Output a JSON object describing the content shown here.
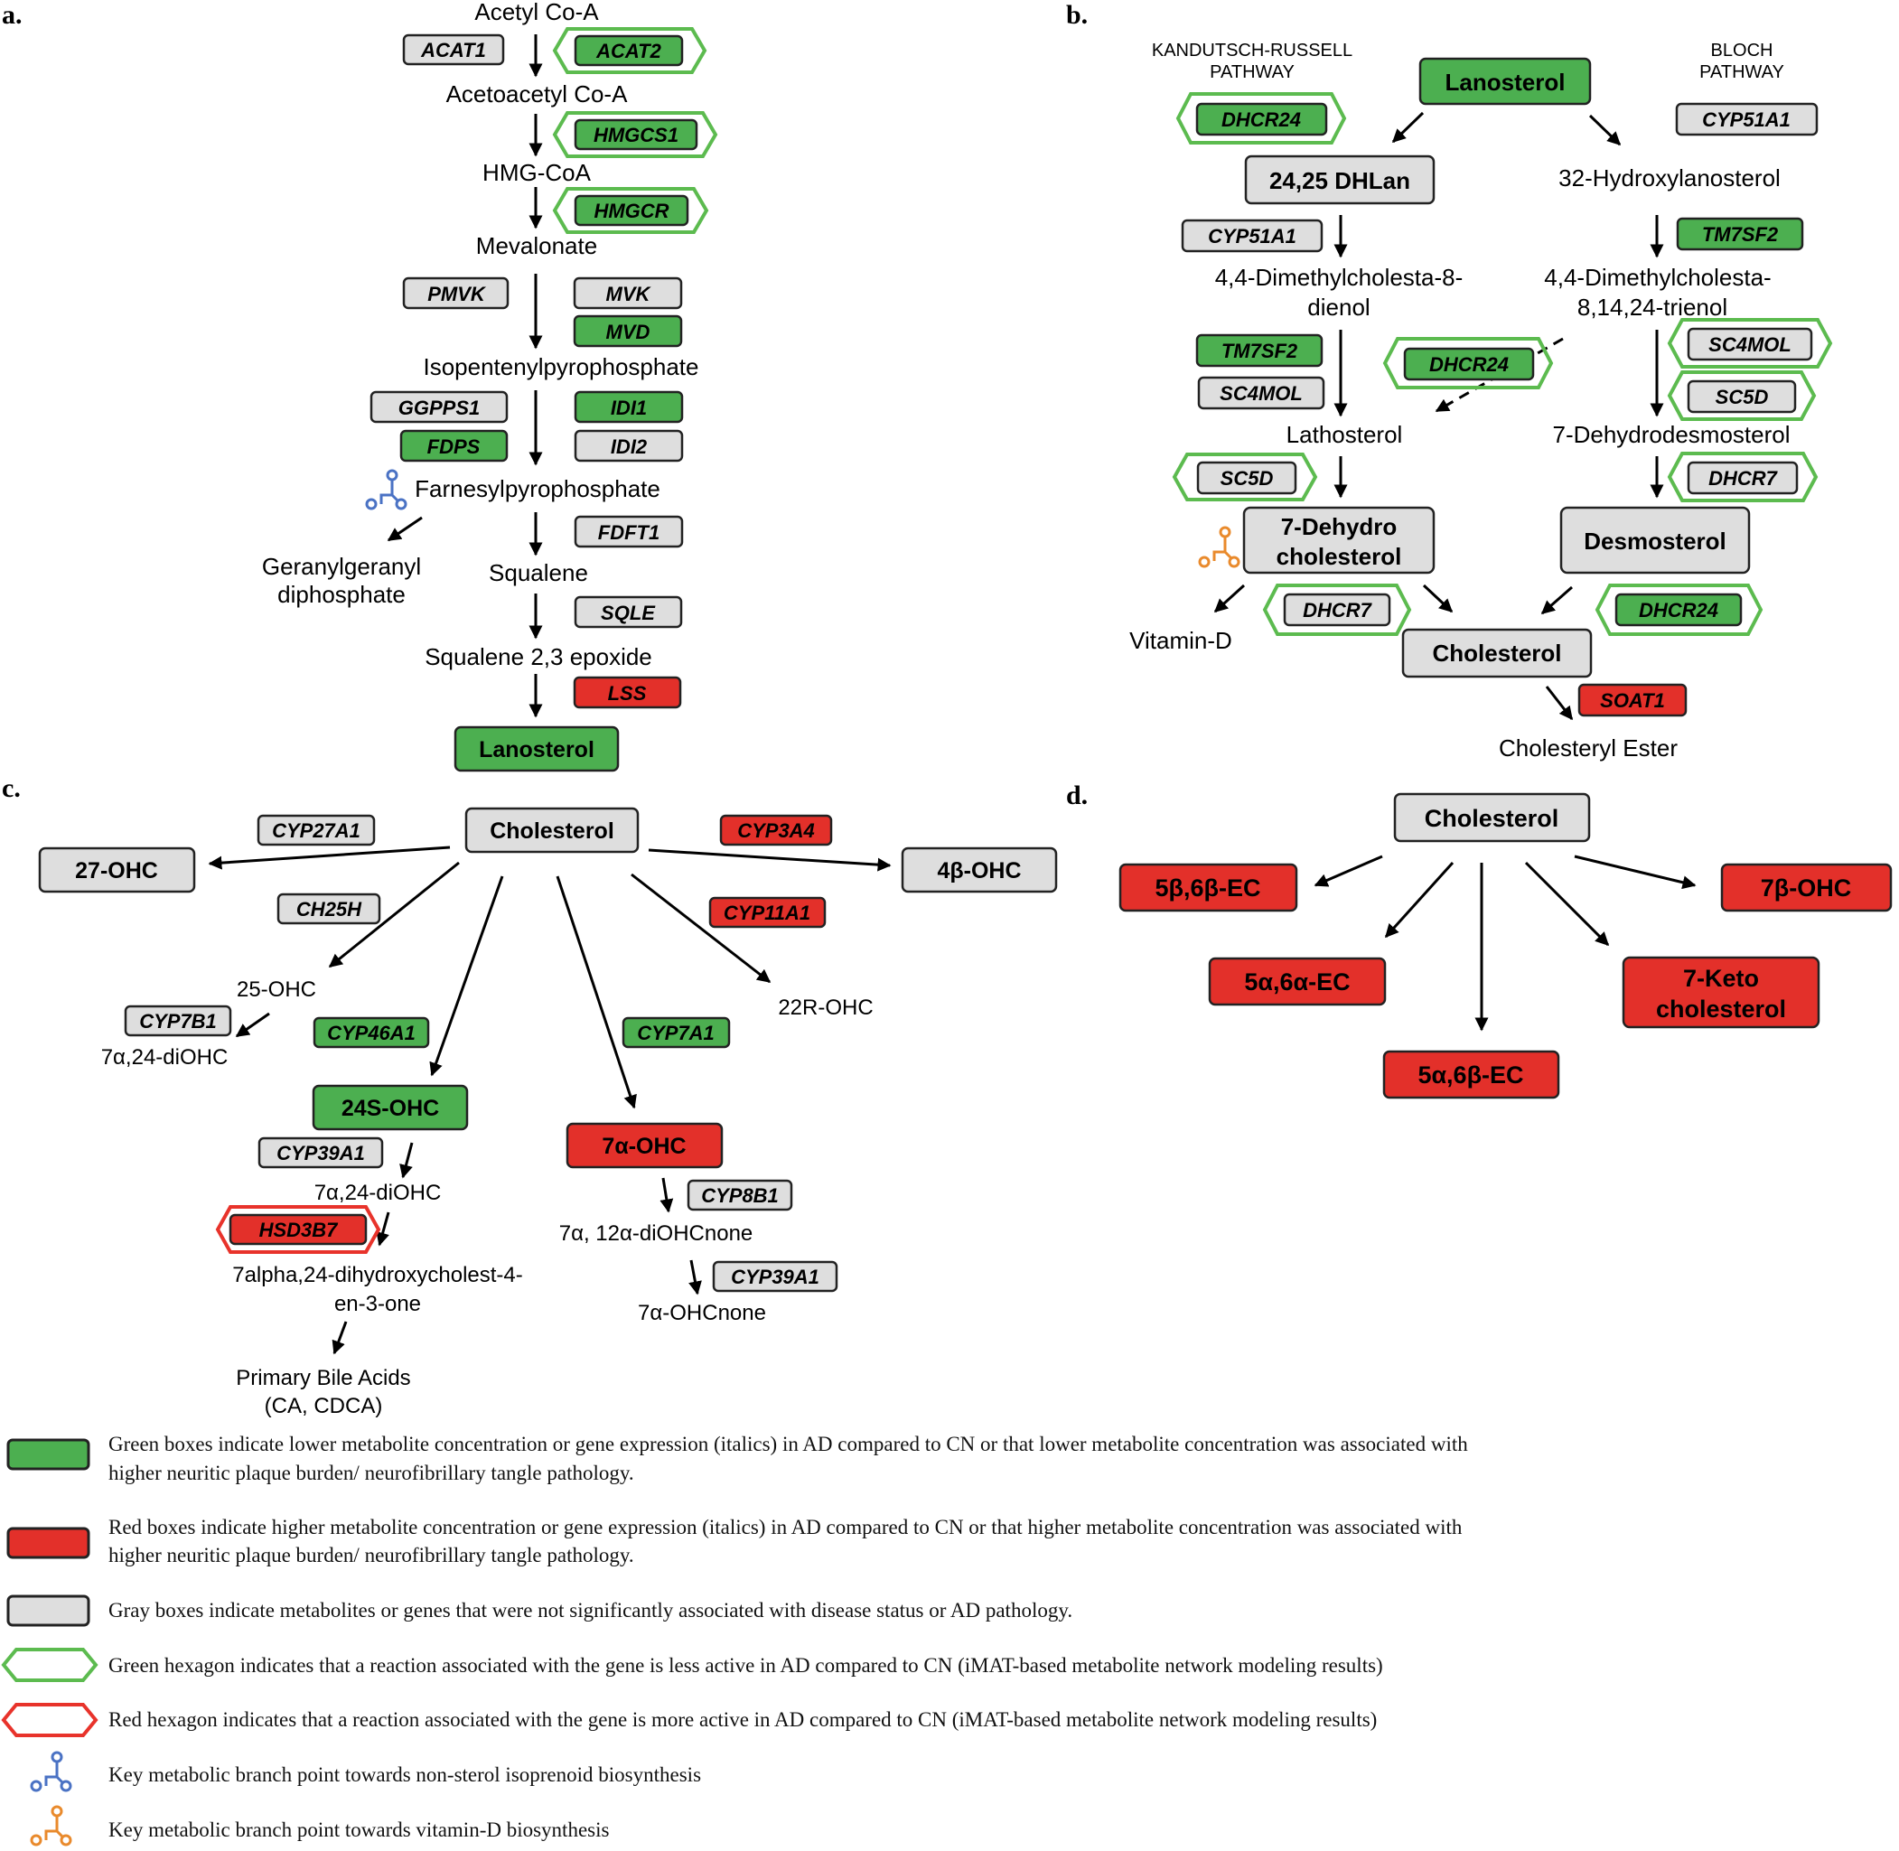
{
  "colors": {
    "green": "#4caf50",
    "red": "#e3302a",
    "gray": "#dedede",
    "hex_green": "#5cbb4f",
    "hex_red": "#e8332b",
    "branch_blue": "#4a72c4",
    "branch_orange": "#e98a2c"
  },
  "panels": {
    "a": "a.",
    "b": "b.",
    "c": "c.",
    "d": "d."
  },
  "panel_a": {
    "metabolites": [
      "Acetyl Co-A",
      "Acetoacetyl Co-A",
      "HMG-CoA",
      "Mevalonate",
      "Isopentenylpyrophosphate",
      "Farnesylpyrophosphate",
      "Geranylgeranyl",
      "diphosphate",
      "Squalene",
      "Squalene 2,3 epoxide"
    ],
    "lanosterol": "Lanosterol",
    "genes": [
      "ACAT1",
      "ACAT2",
      "HMGCS1",
      "HMGCR",
      "PMVK",
      "MVK",
      "MVD",
      "GGPPS1",
      "IDI1",
      "FDPS",
      "IDI2",
      "FDFT1",
      "SQLE",
      "LSS"
    ]
  },
  "panel_b": {
    "kr_title": [
      "KANDUTSCH-RUSSELL",
      "PATHWAY"
    ],
    "bloch_title": [
      "BLOCH",
      "PATHWAY"
    ],
    "boxed_metabolites": [
      "Lanosterol",
      "24,25 DHLan",
      "Desmosterol",
      "Cholesterol"
    ],
    "dehydro": [
      "7-Dehydro",
      "cholesterol"
    ],
    "metabolites": [
      "32-Hydroxylanosterol",
      "4,4-Dimethylcholesta-8-",
      "dienol",
      "4,4-Dimethylcholesta-",
      "8,14,24-trienol",
      "Lathosterol",
      "7-Dehydrodesmosterol",
      "Vitamin-D",
      "Cholesteryl Ester"
    ],
    "genes": [
      "DHCR24",
      "CYP51A1",
      "CYP51A1",
      "TM7SF2",
      "TM7SF2",
      "DHCR24",
      "SC4MOL",
      "SC4MOL",
      "SC5D",
      "SC5D",
      "DHCR7",
      "DHCR7",
      "DHCR24",
      "SOAT1"
    ]
  },
  "panel_c": {
    "boxed_metabolites": [
      "Cholesterol",
      "27-OHC",
      "4β-OHC",
      "24S-OHC",
      "7α-OHC"
    ],
    "metabolites": [
      "25-OHC",
      "7α,24-diOHC",
      "22R-OHC",
      "7α,24-diOHC",
      "7alpha,24-dihydroxycholest-4-",
      "en-3-one",
      "Primary Bile Acids",
      "(CA, CDCA)",
      "7α, 12α-diOHCnone",
      "7α-OHCnone"
    ],
    "genes": [
      "CYP27A1",
      "CYP3A4",
      "CH25H",
      "CYP11A1",
      "CYP7B1",
      "CYP46A1",
      "CYP7A1",
      "CYP39A1",
      "HSD3B7",
      "CYP8B1",
      "CYP39A1"
    ]
  },
  "panel_d": {
    "boxed_metabolites": [
      "Cholesterol",
      "5β,6β-EC",
      "7β-OHC",
      "5α,6α-EC",
      "5α,6β-EC"
    ],
    "keto": [
      "7-Keto",
      "cholesterol"
    ]
  },
  "legend": [
    [
      "Green  boxes  indicate  lower  metabolite concentration   or gene  expression  (italics)  in AD  compared   to CN or  that  lower  metabolite  concentration  was  associated  with",
      "higher  neuritic  plaque  burden/  neurofibrillary  tangle pathology."
    ],
    [
      "Red  boxes  indicate  higher  metabolite  concentration   or gene  expression  (italics)  in AD  compared   to CN  or that higher  metabolite  concentration  was  associated  with",
      "higher  neuritic  plaque  burden/  neurofibrillary  tangle pathology."
    ],
    [
      "Gray  boxes  indicate  metabolites  or  genes  that  were  not  significantly  associated  with  disease  status or  AD  pathology."
    ],
    [
      "Green  hexagon  indicates  that a  reaction  associated  with the gene  is less  active  in AD  compared   to CN  (iMAT-based  metabolite network  modeling results)"
    ],
    [
      "Red  hexagon  indicates  that a  reaction  associated  with  the gene  is more  active  in AD  compared   to CN  (iMAT-based  metabolite network  modeling results)"
    ],
    [
      "Key  metabolic  branch  point  towards  non-sterol  isoprenoid biosynthesis"
    ],
    [
      "Key  metabolic  branch  point  towards  vitamin-D  biosynthesis"
    ]
  ]
}
